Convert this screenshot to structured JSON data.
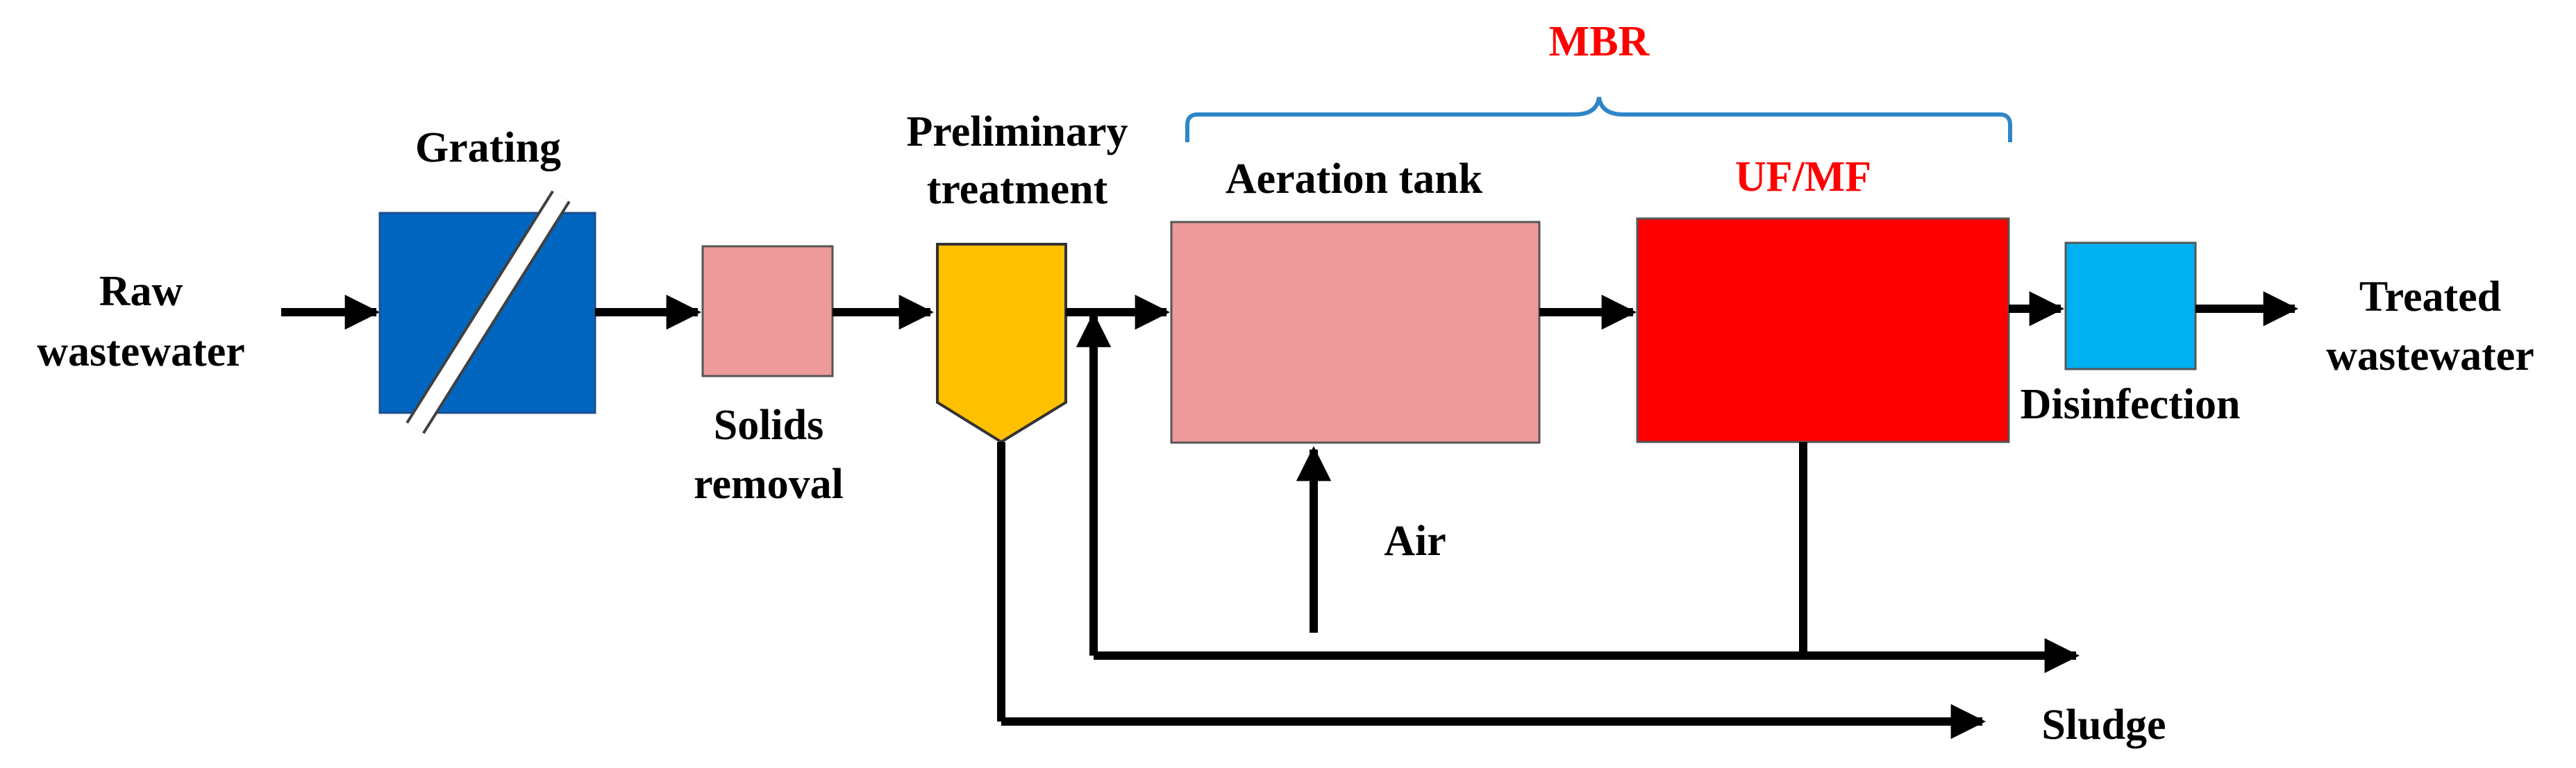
{
  "labels": {
    "raw_line1": "Raw",
    "raw_line2": "wastewater",
    "grating": "Grating",
    "solids_line1": "Solids",
    "solids_line2": "removal",
    "prelim_line1": "Preliminary",
    "prelim_line2": "treatment",
    "mbr": "MBR",
    "aeration": "Aeration tank",
    "ufmf": "UF/MF",
    "air": "Air",
    "disinfection": "Disinfection",
    "treated_line1": "Treated",
    "treated_line2": "wastewater",
    "sludge": "Sludge"
  },
  "colors": {
    "grating": "#0066c0",
    "solids": "#ee9a9a",
    "prelim": "#ffc000",
    "aeration": "#ee9a9a",
    "ufmf": "#ff0000",
    "disinfection": "#00b0f0",
    "brace": "#2e86c8",
    "accent_text": "#ff0000",
    "text": "#000000"
  }
}
